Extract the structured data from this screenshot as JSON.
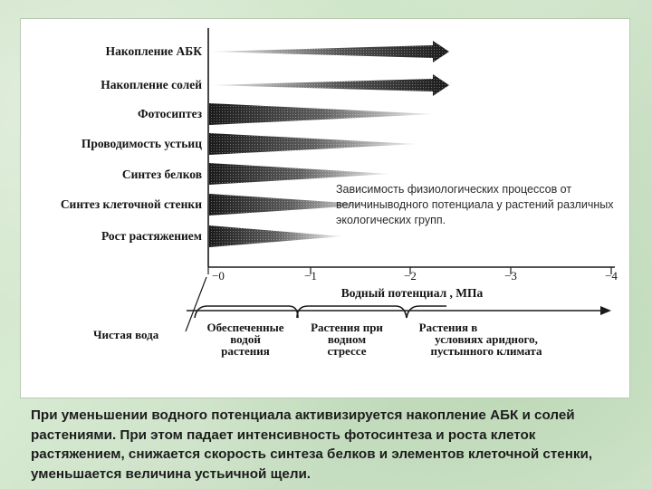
{
  "processes": [
    {
      "label": "Накопление АБК",
      "direction": "grow"
    },
    {
      "label": "Накопление солей",
      "direction": "grow"
    },
    {
      "label": "Фотосиптез",
      "direction": "decline"
    },
    {
      "label": "Проводимость устьиц",
      "direction": "decline"
    },
    {
      "label": "Синтез белков",
      "direction": "decline"
    },
    {
      "label": "Синтез клеточной стенки",
      "direction": "decline"
    },
    {
      "label": "Рост растяжением",
      "direction": "decline"
    }
  ],
  "axis": {
    "ticks": [
      "−0",
      "−1",
      "−2",
      "−3",
      "−4"
    ],
    "name": "Водный потенциал , МПа"
  },
  "zones": {
    "pure_water": "Чистая вода",
    "z1_lines": [
      "Обеспеченные",
      "водой",
      "растения"
    ],
    "z2_lines": [
      "Растения при",
      "водном",
      "стрессе"
    ],
    "z3_lines": [
      "Растения  в",
      "условиях аридного,",
      "пустынного климата"
    ]
  },
  "caption": "Зависимость физиологических процессов от величиныводного потенциала у растений различных экологических групп.",
  "note": "При уменьшении водного потенциала активизируется накопление АБК и солей растениями. При этом падает интенсивность фотосинтеза и роста клеток растяжением, снижается скорость синтеза белков и элементов клеточной стенки, уменьшается величина устьичной щели.",
  "colors": {
    "bar": "#1a1a1a",
    "text": "#151515"
  }
}
